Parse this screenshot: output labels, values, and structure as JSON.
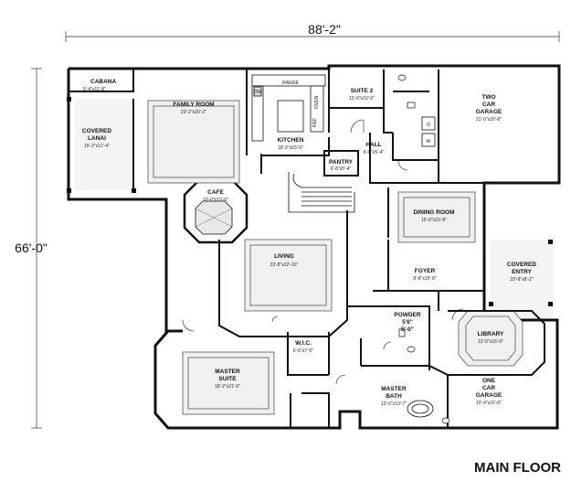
{
  "plan": {
    "title": "MAIN FLOOR",
    "overall_width": "88'-2\"",
    "overall_depth": "66'-0\""
  },
  "rooms": {
    "cabana": {
      "name": "CABANA",
      "dim": "5'-4\"x11'-8\""
    },
    "covered_lanai": {
      "name1": "COVERED",
      "name2": "LANAI",
      "dim": "15'-2\"x12'-4\""
    },
    "family_room": {
      "name": "FAMILY ROOM",
      "dim": "23'-2\"x20'-2\""
    },
    "kitchen": {
      "name": "KITCHEN",
      "dim": "18'-2\"x15'-0\""
    },
    "suite2": {
      "name": "SUITE 2",
      "dim": "12'-0\"x10'-0\""
    },
    "two_car_garage": {
      "name1": "TWO",
      "name2": "CAR",
      "name3": "GARAGE",
      "dim": "21'-0\"x20'-8\""
    },
    "hall": {
      "name": "HALL",
      "dim": "6'-0\"x5'-4\""
    },
    "pantry": {
      "name": "PANTRY",
      "dim": "6'-8\"x5'-4\""
    },
    "cafe": {
      "name": "CAFE",
      "dim": "10'-0\"x10'-0\""
    },
    "dining_room": {
      "name": "DINING ROOM",
      "dim": "15'-0\"x15'-8\""
    },
    "living": {
      "name": "LIVING",
      "dim": "23'-8\"x22'-10\""
    },
    "foyer": {
      "name": "FOYER",
      "dim": "8'-8\"x15'-8\""
    },
    "covered_entry": {
      "name1": "COVERED",
      "name2": "ENTRY",
      "dim": "23'-8\"x8'-2\""
    },
    "powder": {
      "name": "POWDER",
      "dim1": "5'6\"",
      "dim2": "5'-0\""
    },
    "wic": {
      "name": "W.I.C.",
      "dim": "6'-6\"x7'-0\""
    },
    "master_suite": {
      "name1": "MASTER",
      "name2": "SUITE",
      "dim": "18'-2\"x21'-6\""
    },
    "library": {
      "name": "LIBRARY",
      "dim": "12'-0\"x16'-0\""
    },
    "master_bath": {
      "name1": "MASTER",
      "name2": "BATH",
      "dim": "13'-0\"x13'-7\""
    },
    "one_car_garage": {
      "name1": "ONE",
      "name2": "CAR",
      "name3": "GARAGE",
      "dim": "10'-4\"x21'-0\""
    }
  },
  "fixtures": {
    "range": "RANGE",
    "dw": "DW",
    "oven": "OVEN",
    "ref": "REF",
    "washer": "W",
    "dryer": "D"
  }
}
